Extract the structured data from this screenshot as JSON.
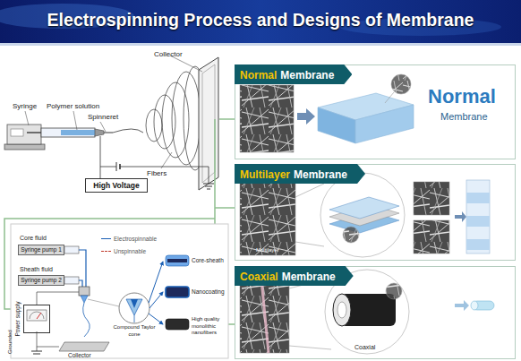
{
  "diagram": {
    "title": "Electrospinning Process and Designs of Membrane",
    "nodes": [
      {
        "text": [
          "Normal",
          "Membrane"
        ]
      },
      {
        "text": [
          "High Voltage"
        ]
      },
      {
        "text": [
          "Multilayer",
          "Membrane"
        ]
      },
      {
        "text": [
          "Syringe pump 1"
        ]
      },
      {
        "text": [
          "Syringe pump 2"
        ]
      },
      {
        "text": [
          "Coaxial",
          "Membrane"
        ]
      },
      {
        "text": [
          "Power supply"
        ]
      }
    ],
    "labels": [
      "Collector",
      "Syringe",
      "Polymer solution",
      "Spinneret",
      "Normal",
      "Membrane",
      "Fibers",
      "Multilayer",
      "Core fluid",
      "Core-sheath",
      "Sheath fluid",
      "Nanocoating",
      "Compound Taylor cone",
      "High quality monolithic nanofibers",
      "Coaxial",
      "Collector",
      "Grounded"
    ],
    "legend": [
      {
        "text": "Electrospinnable"
      },
      {
        "text": "Unspinnable"
      }
    ]
  }
}
